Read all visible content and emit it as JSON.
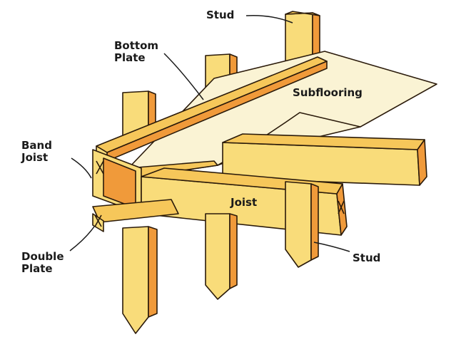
{
  "labels": {
    "stud_top": "Stud",
    "bottom_plate_line1": "Bottom",
    "bottom_plate_line2": "Plate",
    "subflooring": "Subflooring",
    "band_joist_line1": "Band",
    "band_joist_line2": "Joist",
    "joist": "Joist",
    "double_plate_line1": "Double",
    "double_plate_line2": "Plate",
    "stud_bottom": "Stud"
  },
  "colors": {
    "wood_light": "#f9dc7a",
    "wood_mid": "#f6c75a",
    "wood_dark": "#f09a3a",
    "wood_shadow": "#e57f1e",
    "subfloor": "#faf3d4",
    "outline": "#2a1a0a",
    "background": "#ffffff"
  }
}
